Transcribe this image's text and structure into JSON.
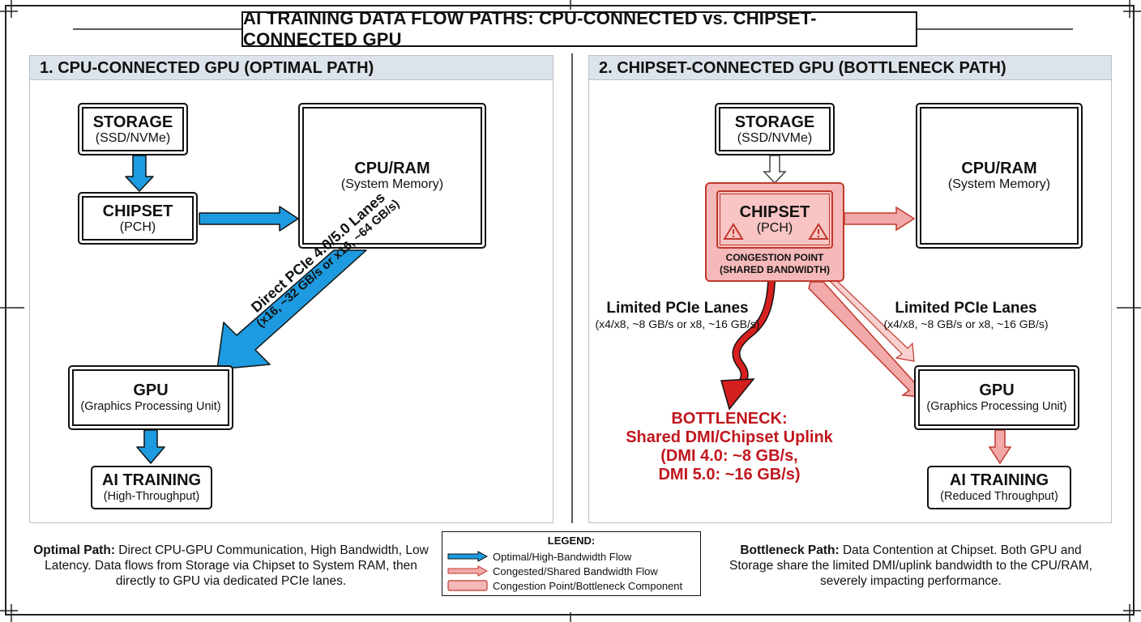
{
  "title": "AI TRAINING DATA FLOW PATHS: CPU-CONNECTED vs. CHIPSET-CONNECTED GPU",
  "left": {
    "heading": "1. CPU-CONNECTED GPU (OPTIMAL PATH)",
    "storage": {
      "title": "STORAGE",
      "sub": "(SSD/NVMe)"
    },
    "chipset": {
      "title": "CHIPSET",
      "sub": "(PCH)"
    },
    "cpu": {
      "title": "CPU/RAM",
      "sub": "(System Memory)"
    },
    "gpu": {
      "title": "GPU",
      "sub": "(Graphics Processing Unit)"
    },
    "training": {
      "title": "AI TRAINING",
      "sub": "(High-Throughput)"
    },
    "pcie_line1": "Direct PCIe 4.0/5.0 Lanes",
    "pcie_line2": "(x16, ~32 GB/s or x16, ~64 GB/s)",
    "desc_bold": "Optimal Path:",
    "desc_rest": " Direct CPU-GPU Communication, High Bandwidth, Low Latency. Data flows from Storage via Chipset to System RAM, then directly to GPU via dedicated PCIe lanes."
  },
  "right": {
    "heading": "2. CHIPSET-CONNECTED GPU (BOTTLENECK PATH)",
    "storage": {
      "title": "STORAGE",
      "sub": "(SSD/NVMe)"
    },
    "chipset": {
      "title": "CHIPSET",
      "sub": "(PCH)"
    },
    "congestion_line1": "CONGESTION POINT",
    "congestion_line2": "(SHARED BANDWIDTH)",
    "cpu": {
      "title": "CPU/RAM",
      "sub": "(System Memory)"
    },
    "gpu": {
      "title": "GPU",
      "sub": "(Graphics Processing Unit)"
    },
    "training": {
      "title": "AI TRAINING",
      "sub": "(Reduced Throughput)"
    },
    "lanes_left_title": "Limited PCIe Lanes",
    "lanes_left_sub": "(x4/x8, ~8 GB/s or x8, ~16 GB/s)",
    "lanes_right_title": "Limited PCIe Lanes",
    "lanes_right_sub": "(x4/x8, ~8 GB/s or x8, ~16 GB/s)",
    "bottleneck": [
      "BOTTLENECK:",
      "Shared DMI/Chipset Uplink",
      "(DMI 4.0: ~8 GB/s,",
      "DMI 5.0: ~16 GB/s)"
    ],
    "desc_bold": "Bottleneck Path:",
    "desc_rest": " Data Contention at Chipset. Both GPU and Storage share the limited DMI/uplink bandwidth to the CPU/RAM, severely impacting performance."
  },
  "legend": {
    "title": "LEGEND:",
    "items": [
      "Optimal/High-Bandwidth Flow",
      "Congested/Shared Bandwidth Flow",
      "Congestion Point/Bottleneck Component"
    ]
  },
  "colors": {
    "optimal": "#1e9be0",
    "congested": "#f2a9a9",
    "bottleneck": "#d61f1f",
    "warning": "#c0392b"
  },
  "icons": [
    "warning-triangle-icon",
    "warning-triangle-icon"
  ]
}
